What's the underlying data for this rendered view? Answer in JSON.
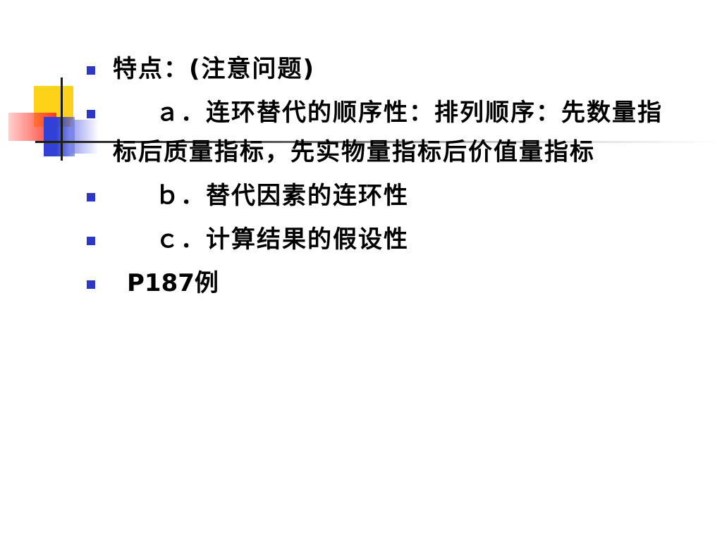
{
  "slide": {
    "bullets": [
      {
        "text": "特点：(注意问题)"
      },
      {
        "text": "ａ．连环替代的顺序性：排列顺序：先数量指标后质量指标，先实物量指标后价值量指标"
      },
      {
        "text": "ｂ．替代因素的连环性"
      },
      {
        "text": "ｃ．计算结果的假设性"
      },
      {
        "text": "P187例"
      }
    ]
  },
  "colors": {
    "bullet": "#2b37c8",
    "ornament_yellow": "#ffd21a",
    "ornament_blue": "#3140d6",
    "ornament_red": "#ff3a2a"
  }
}
